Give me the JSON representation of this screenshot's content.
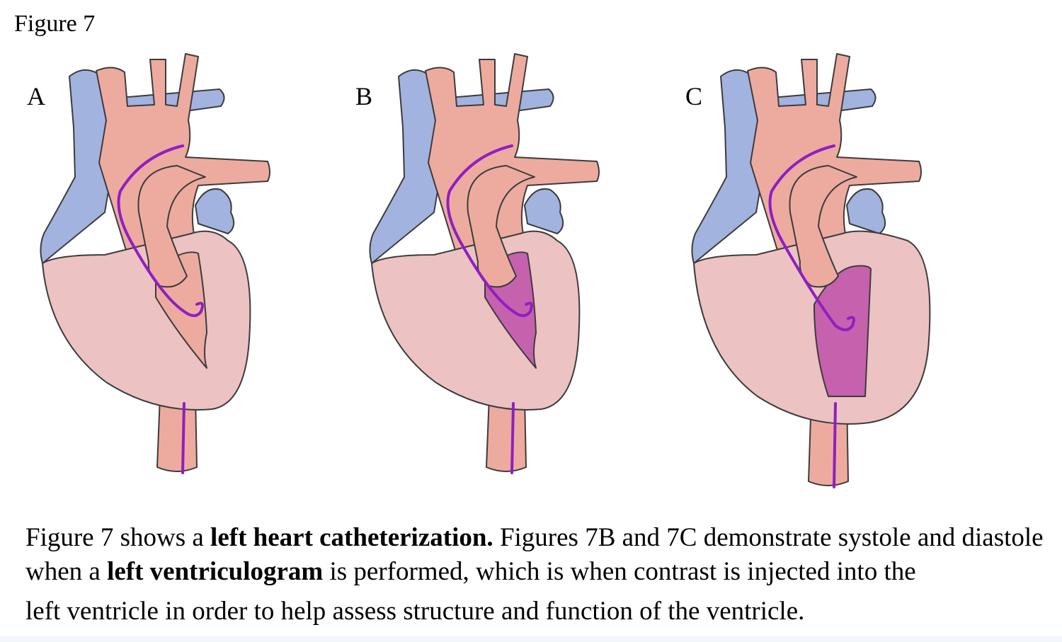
{
  "figure_title": "Figure 7",
  "panels": [
    {
      "label": "A",
      "contrast": "none"
    },
    {
      "label": "B",
      "contrast": "systole"
    },
    {
      "label": "C",
      "contrast": "diastole"
    }
  ],
  "colors": {
    "venous": "#a3b3df",
    "arterial": "#edaba0",
    "myocardium": "#ecc2c3",
    "contrast": "#c661ad",
    "catheter": "#8f1fc2",
    "outline": "#3c3c3c"
  },
  "caption": {
    "part1": "Figure 7 shows a ",
    "bold1": "left heart catheterization.",
    "part2": " Figures 7B and 7C demonstrate systole and diastole when a ",
    "bold2": "left ventriculogram",
    "part3": " is performed, which is when contrast is injected into the",
    "part4": "left ventricle in order to help assess structure and function of the ventricle."
  }
}
